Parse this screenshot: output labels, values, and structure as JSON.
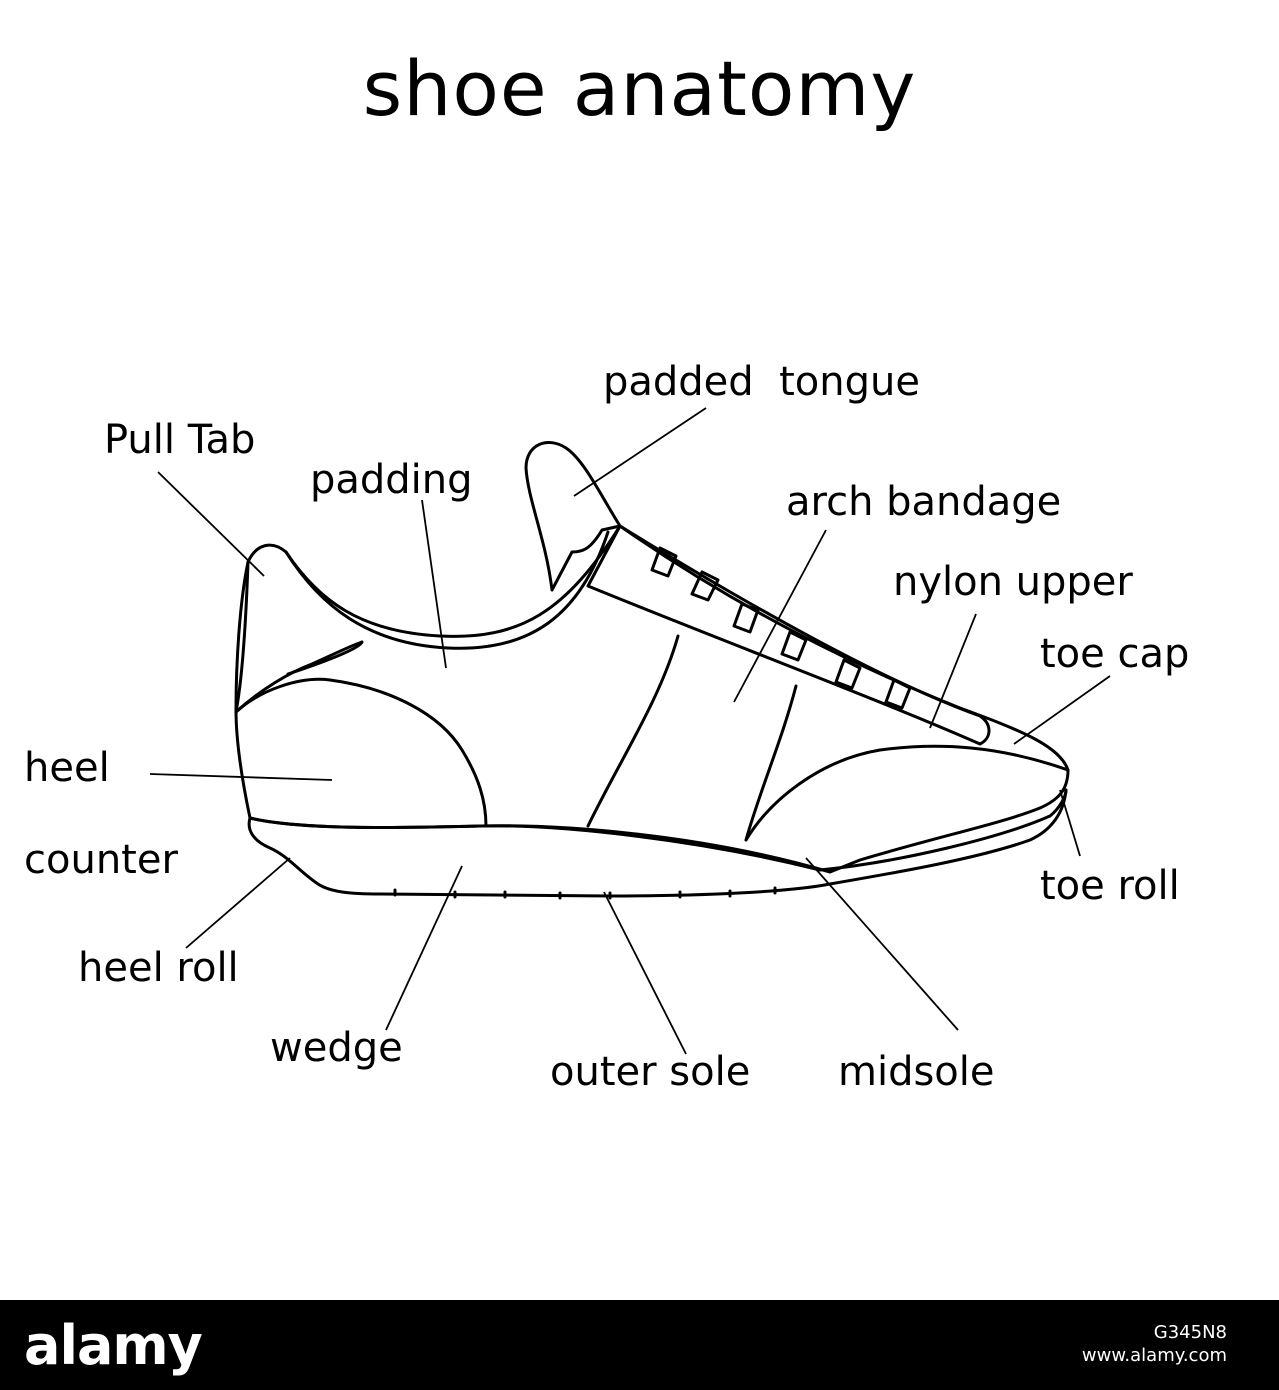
{
  "title": "shoe anatomy",
  "labels": {
    "padded_tongue": "padded  tongue",
    "pull_tab": "Pull Tab",
    "padding": "padding",
    "arch_bandage": "arch bandage",
    "nylon_upper": "nylon upper",
    "toe_cap": "toe cap",
    "heel": "heel",
    "counter": "counter",
    "toe_roll": "toe roll",
    "heel_roll": "heel roll",
    "wedge": "wedge",
    "outer_sole": "outer sole",
    "midsole": "midsole"
  },
  "footer": {
    "brand": "alamy",
    "image_id": "G345N8",
    "site": "www.alamy.com"
  }
}
